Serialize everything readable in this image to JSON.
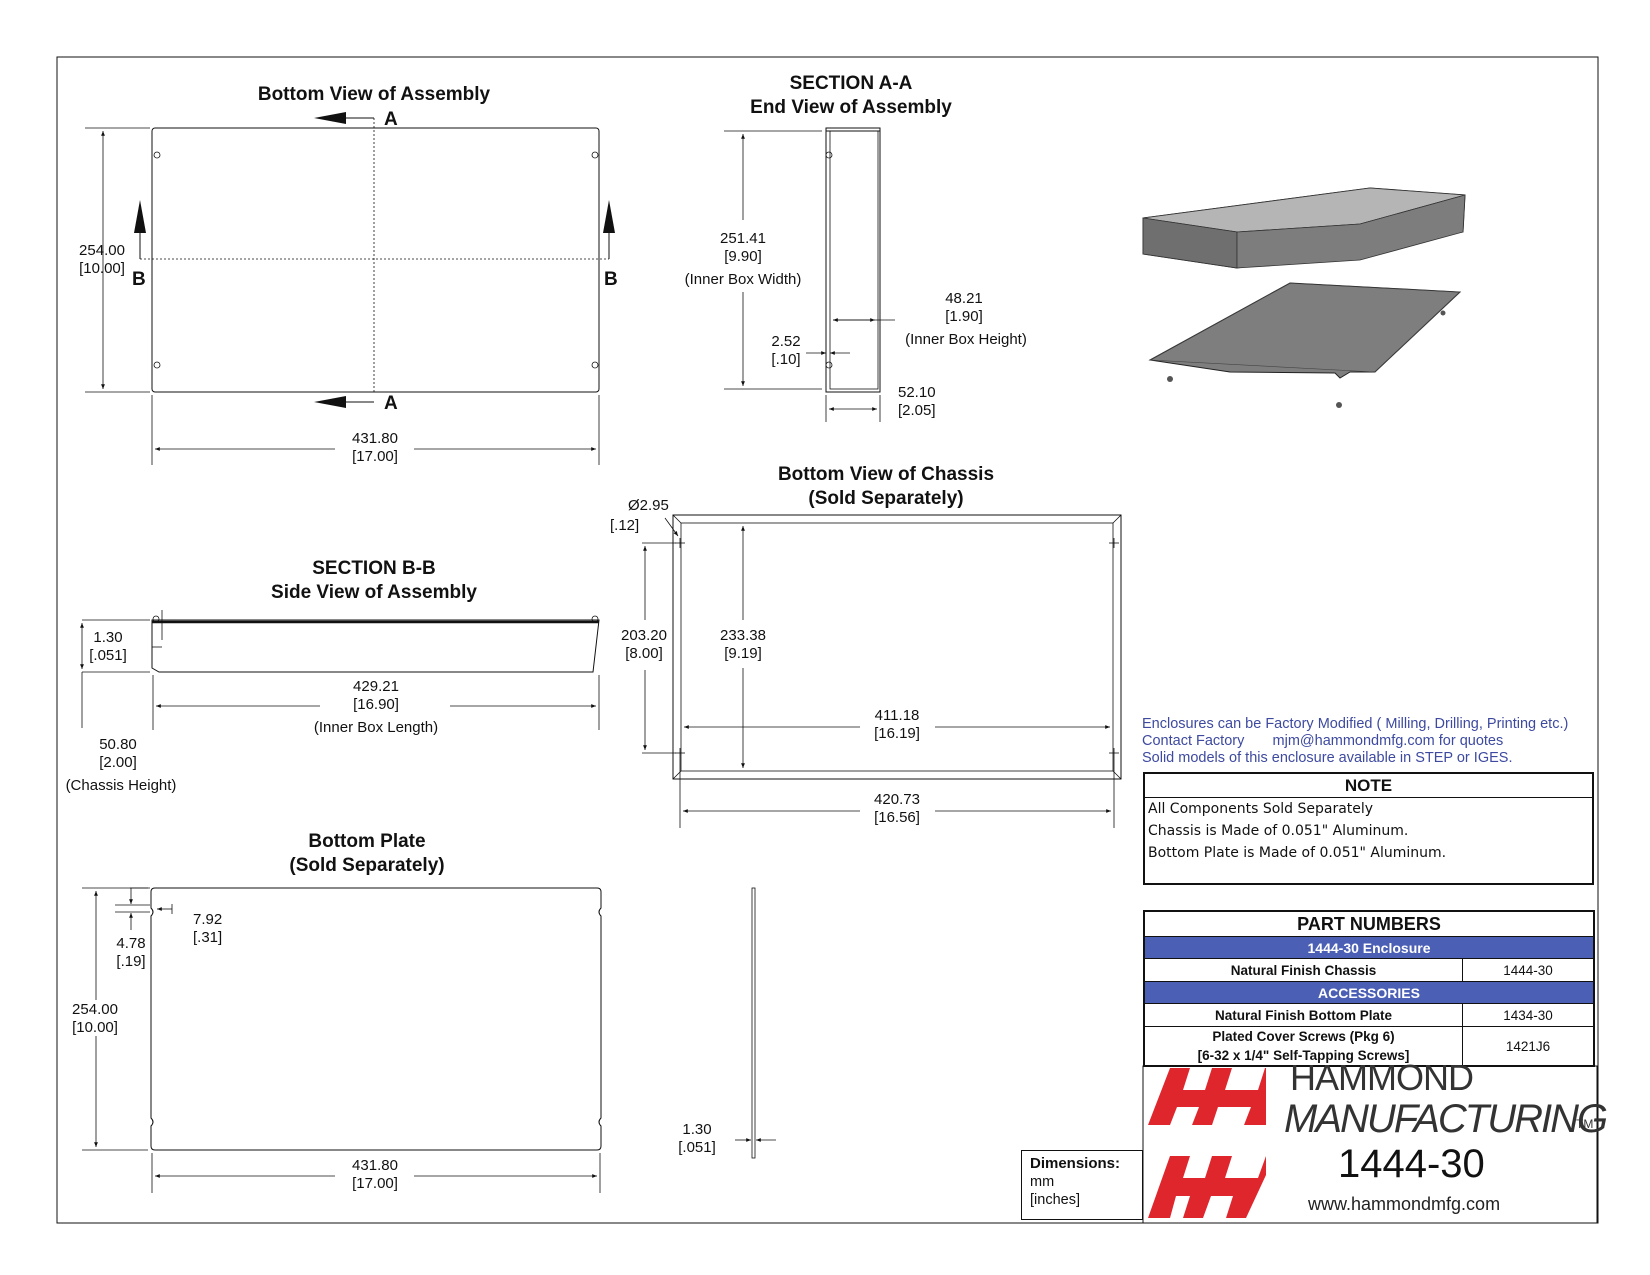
{
  "views": {
    "bottom_view_assembly": "Bottom View of Assembly",
    "section_aa_title": "SECTION A-A",
    "section_aa_sub": "End View of Assembly",
    "section_bb_title": "SECTION B-B",
    "section_bb_sub": "Side View of Assembly",
    "bottom_view_chassis": "Bottom View of Chassis",
    "sold_separately": "(Sold Separately)",
    "bottom_plate": "Bottom Plate",
    "section_a": "A",
    "section_b": "B"
  },
  "dimensions": {
    "asm_height_mm": "254.00",
    "asm_height_in": "[10.00]",
    "asm_length_mm": "431.80",
    "asm_length_in": "[17.00]",
    "inner_width_mm": "251.41",
    "inner_width_in": "[9.90]",
    "inner_width_label": "(Inner Box Width)",
    "inner_height_mm": "48.21",
    "inner_height_in": "[1.90]",
    "inner_height_label": "(Inner Box Height)",
    "wall_mm": "2.52",
    "wall_in": "[.10]",
    "end_height_mm": "52.10",
    "end_height_in": "[2.05]",
    "plate_thk_mm": "1.30",
    "plate_thk_in": "[.051]",
    "inner_length_mm": "429.21",
    "inner_length_in": "[16.90]",
    "inner_length_label": "(Inner Box Length)",
    "chassis_height_mm": "50.80",
    "chassis_height_in": "[2.00]",
    "chassis_height_label": "(Chassis Height)",
    "hole_mm": "Ø2.95",
    "hole_in": "[.12]",
    "ch_outer_w_mm": "203.20",
    "ch_outer_w_in": "[8.00]",
    "ch_inner_w_mm": "233.38",
    "ch_inner_w_in": "[9.19]",
    "ch_inner_l_mm": "411.18",
    "ch_inner_l_in": "[16.19]",
    "ch_outer_l_mm": "420.73",
    "ch_outer_l_in": "[16.56]",
    "slot_w_mm": "7.92",
    "slot_w_in": "[.31]",
    "slot_d_mm": "4.78",
    "slot_d_in": "[.19]",
    "plate_h_mm": "254.00",
    "plate_h_in": "[10.00]",
    "plate_l_mm": "431.80",
    "plate_l_in": "[17.00]",
    "plate_side_mm": "1.30",
    "plate_side_in": "[.051]"
  },
  "factory": {
    "line1": "Enclosures can be Factory Modified ( Milling, Drilling, Printing etc.)",
    "line2": "Contact Factory       mjm@hammondmfg.com for quotes",
    "line3": "Solid models of this enclosure available in STEP or IGES."
  },
  "note": {
    "header": "NOTE",
    "lines": [
      "All Components Sold Separately",
      "Chassis is Made of 0.051\" Aluminum.",
      "Bottom Plate is Made of 0.051\" Aluminum."
    ]
  },
  "part_numbers": {
    "header": "PART NUMBERS",
    "group1": "1444-30 Enclosure",
    "row1_desc": "Natural Finish Chassis",
    "row1_code": "1444-30",
    "group2": "ACCESSORIES",
    "row2_desc": "Natural Finish Bottom Plate",
    "row2_code": "1434-30",
    "row3_desc_a": "Plated Cover Screws (Pkg 6)",
    "row3_desc_b": "[6-32 x 1/4\" Self-Tapping Screws]",
    "row3_code": "1421J6"
  },
  "branding": {
    "company1": "HAMMOND",
    "company2": "MANUFACTURING",
    "tm": "TM",
    "model": "1444-30",
    "website": "www.hammondmfg.com",
    "logo_color": "#e0262d"
  },
  "units": {
    "title": "Dimensions:",
    "mm": "mm",
    "inches": "[inches]"
  }
}
